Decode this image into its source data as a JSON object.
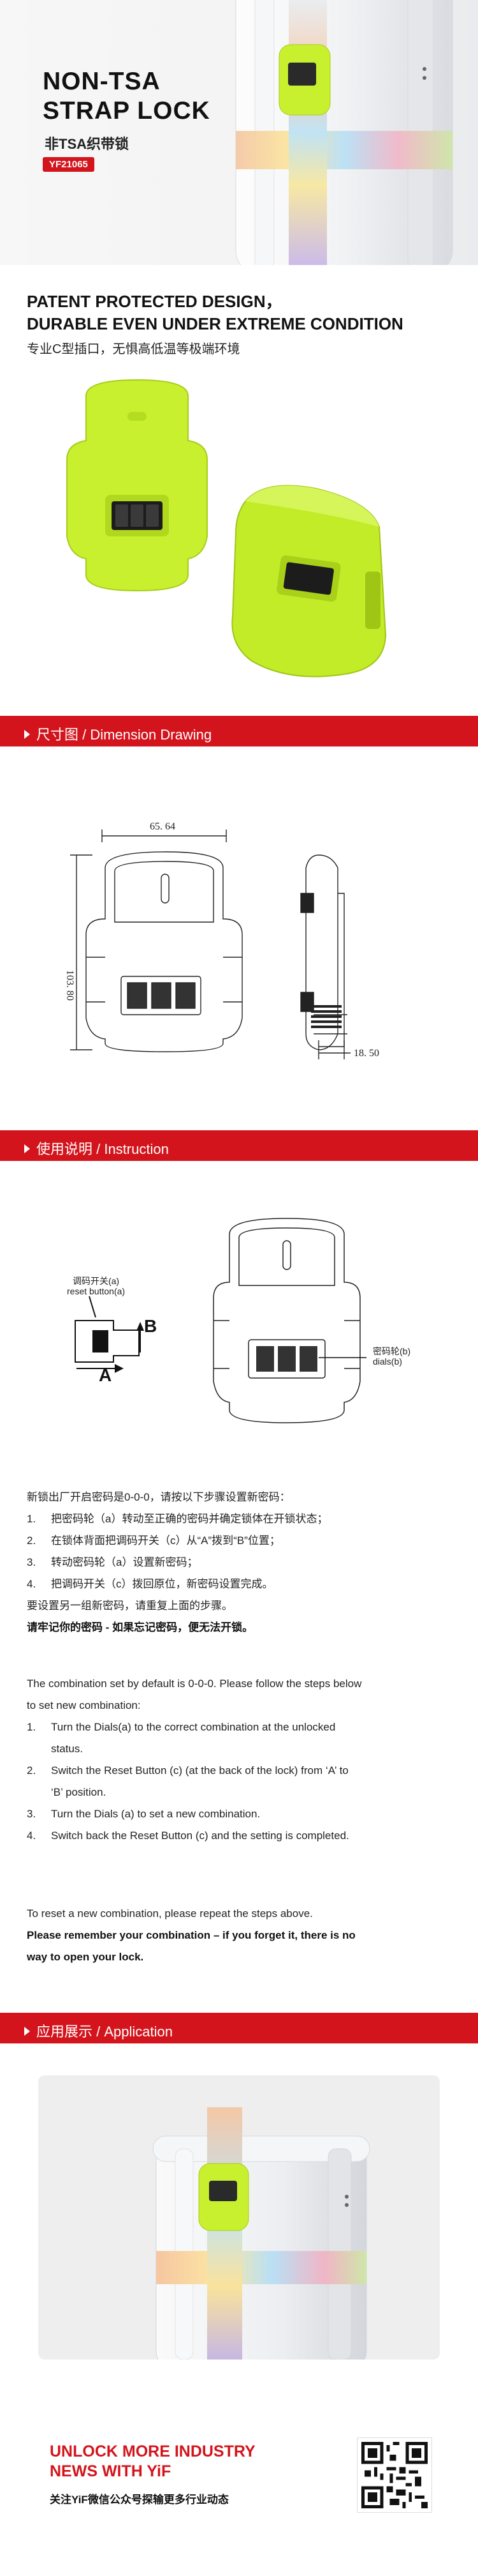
{
  "hero": {
    "title_line1": "NON-TSA",
    "title_line2": "STRAP LOCK",
    "subtitle_cn": "非TSA织带锁",
    "model": "YF21065"
  },
  "feature": {
    "title_line1": "PATENT PROTECTED DESIGN，",
    "title_line2": "DURABLE EVEN UNDER EXTREME CONDITION",
    "subtitle_cn": "专业C型插口，无惧高低温等极端环境"
  },
  "dimension": {
    "section_label": "尺寸图 / Dimension Drawing",
    "width_label": "65. 64",
    "height_label": "103. 80",
    "depth_label": "18. 50"
  },
  "instruction": {
    "section_label": "使用说明 / Instruction",
    "reset_button_cn": "调码开关(a)",
    "reset_button_en": "reset button(a)",
    "label_a": "A",
    "label_b": "B",
    "dials_cn": "密码轮(b)",
    "dials_en": "dials(b)",
    "cn_intro": "新锁出厂开启密码是0-0-0，请按以下步骤设置新密码：",
    "cn_steps": [
      {
        "num": "1.",
        "text": "把密码轮（a）转动至正确的密码并确定锁体在开锁状态；"
      },
      {
        "num": "2.",
        "text": "在锁体背面把调码开关（c）从“A”拨到“B”位置；"
      },
      {
        "num": "3.",
        "text": "转动密码轮（a）设置新密码；"
      },
      {
        "num": "4.",
        "text": "把调码开关（c）拨回原位，新密码设置完成。"
      }
    ],
    "cn_repeat": "要设置另一组新密码，请重复上面的步骤。",
    "cn_warning": "请牢记你的密码 - 如果忘记密码，便无法开锁。",
    "en_intro_1": "The combination set by default is 0-0-0. Please follow the steps below",
    "en_intro_2": "to set new combination:",
    "en_steps": [
      {
        "num": "1.",
        "line1": "Turn the Dials(a) to the correct combination at the unlocked",
        "line2": "status."
      },
      {
        "num": "2.",
        "line1": "Switch the Reset Button (c) (at the back of the lock) from ‘A’ to",
        "line2": "‘B’ position."
      },
      {
        "num": "3.",
        "line1": "Turn the Dials (a) to set a new combination.",
        "line2": ""
      },
      {
        "num": "4.",
        "line1": "Switch back the Reset Button (c) and the setting is completed.",
        "line2": ""
      }
    ],
    "en_repeat": "To reset a new combination, please repeat the steps above.",
    "en_warning_1": "Please remember your combination – if you forget it, there is no",
    "en_warning_2": "way to open your lock."
  },
  "application": {
    "section_label": "应用展示 / Application"
  },
  "footer": {
    "headline_1": "UNLOCK MORE INDUSTRY",
    "headline_2": "NEWS WITH YiF",
    "subtitle_cn": "关注YiF微信公众号探输更多行业动态"
  },
  "colors": {
    "accent_red": "#d3141c",
    "lock_green": "#c8f02e"
  }
}
